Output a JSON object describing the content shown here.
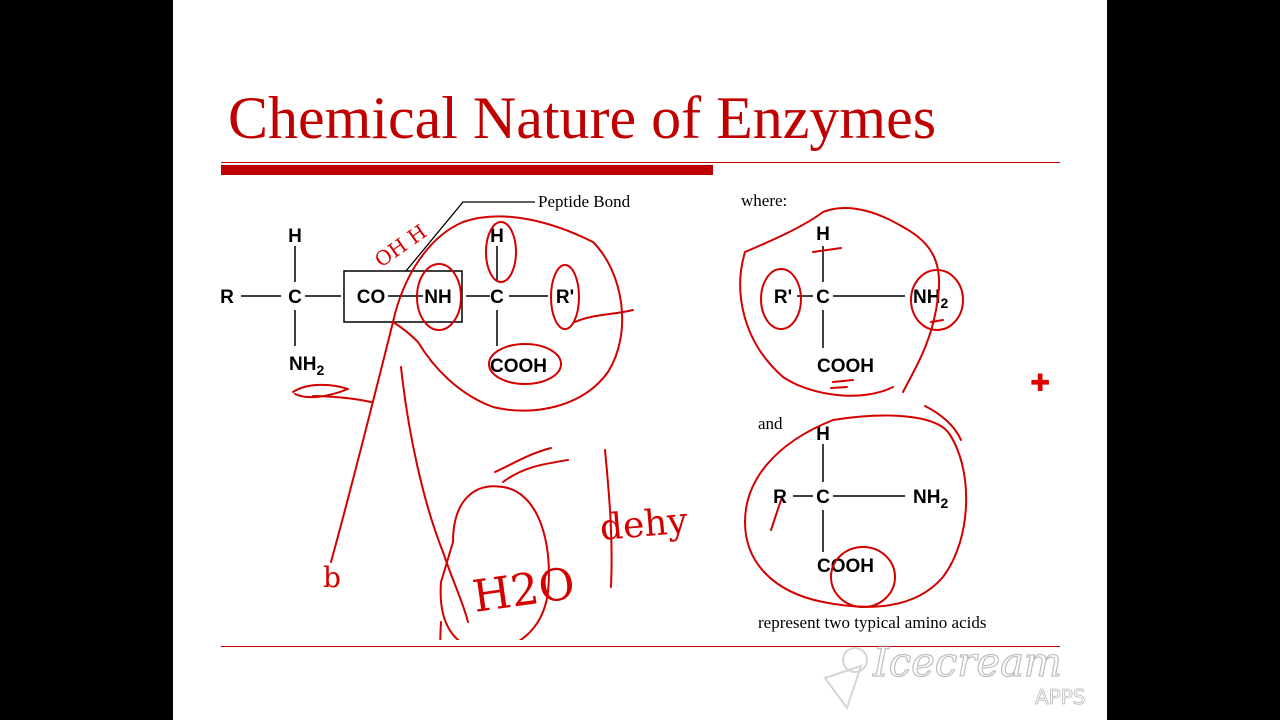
{
  "slide": {
    "title": "Chemical Nature of Enzymes"
  },
  "diagram": {
    "peptide_label": "Peptide Bond",
    "dipeptide": {
      "h_left": "H",
      "r_left": "R",
      "c_left": "C",
      "co": "CO",
      "nh": "NH",
      "c_right": "C",
      "r_prime": "R'",
      "h_right": "H",
      "nh2": "NH",
      "nh2_sub": "2",
      "cooh": "COOH"
    },
    "where_label": "where:",
    "amino1": {
      "h": "H",
      "r": "R'",
      "c": "C",
      "nh2": "NH",
      "nh2_sub": "2",
      "cooh": "COOH"
    },
    "and_label": "and",
    "amino2": {
      "h": "H",
      "r": "R",
      "c": "C",
      "nh2": "NH",
      "nh2_sub": "2",
      "cooh": "COOH"
    },
    "caption": "represent two typical amino acids"
  },
  "annotations": {
    "oh_h": "OH H",
    "b": "b",
    "h2o": "H2O",
    "dehy": "dehy",
    "ink_color": "#d40000"
  },
  "watermark": {
    "brand": "Icecream",
    "sub": "APPS"
  },
  "colors": {
    "title": "#c00000",
    "rule": "#c00000",
    "background": "#000000",
    "slide": "#ffffff"
  }
}
